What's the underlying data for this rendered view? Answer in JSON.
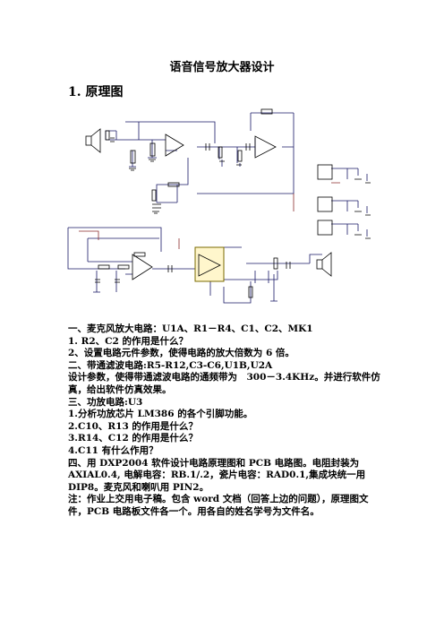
{
  "doc": {
    "title": "语音信号放大器设计",
    "section1": "1. 原理图",
    "lines": [
      "一、麦克风放大电路：U1A、R1－R4、C1、C2、MK1",
      "1. R2、C2 的作用是什么？",
      "2、设置电路元件参数，使得电路的放大倍数为 6 倍。",
      "二、带通滤波电路:R5-R12,C3-C6,U1B,U2A",
      "设计参数，使得带通滤波电路的通频带为　300－3.4KHz。并进行软件仿真，给出软件仿真效果。",
      "三、功放电路:U3",
      "1.分析功放芯片 LM386 的各个引脚功能。",
      "2.C10、R13 的作用是什么？",
      "3.R14、C12 的作用是什么？",
      "4.C11 有什么作用？",
      "四、用 DXP2004 软件设计电路原理图和 PCB 电路图。电阻封装为 AXIAL0.4, 电解电容：RB.1/.2，瓷片电容：RAD0.1,集成块统一用　DIP8。麦克风和喇叭用 PIN2。",
      "注：作业上交用电子稿。包含 word 文档（回答上边的问题），原理图文件，PCB 电路板文件各一个。用各自的姓名学号为文件名。"
    ]
  },
  "colors": {
    "wire": "#1a1a66",
    "wire_dark": "#8a2b2b",
    "component": "#000000",
    "ic_fill": "#fff6cc",
    "ic_border": "#7a6a00"
  }
}
